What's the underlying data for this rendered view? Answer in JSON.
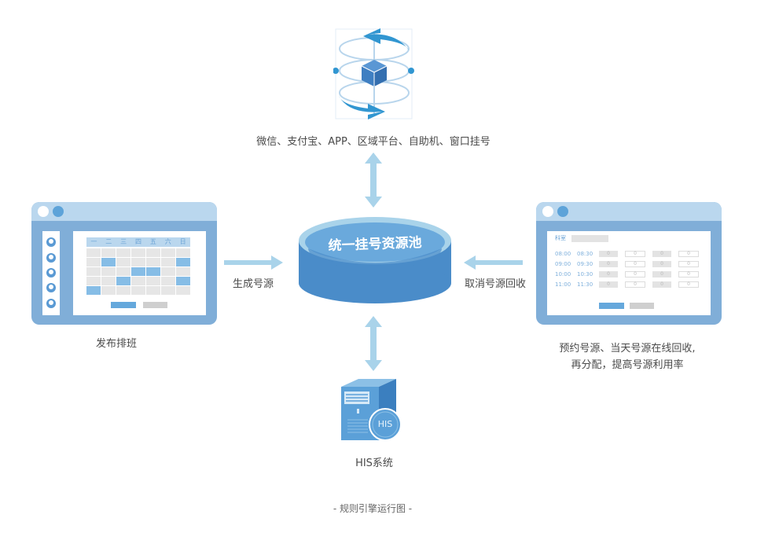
{
  "diagram": {
    "top_node": {
      "icon": "rotating-cube-icon",
      "label": "微信、支付宝、APP、区域平台、自助机、窗口挂号"
    },
    "center_node": {
      "icon": "pool-cylinder-icon",
      "label": "统一挂号资源池"
    },
    "left_node": {
      "icon": "schedule-window-icon",
      "label": "发布排班",
      "weekdays": [
        "一",
        "二",
        "三",
        "四",
        "五",
        "六",
        "日"
      ],
      "highlighted_cells": [
        [
          1,
          1
        ],
        [
          1,
          6
        ],
        [
          2,
          3
        ],
        [
          2,
          4
        ],
        [
          3,
          2
        ],
        [
          3,
          6
        ],
        [
          4,
          0
        ]
      ]
    },
    "right_node": {
      "icon": "slot-recycle-window-icon",
      "label_line1": "预约号源、当天号源在线回收,",
      "label_line2": "再分配，提高号源利用率",
      "dept_label": "科室",
      "rows": [
        {
          "start": "08:00",
          "end": "08:30",
          "values": [
            "0",
            "0",
            "0",
            "0"
          ]
        },
        {
          "start": "09:00",
          "end": "09:30",
          "values": [
            "0",
            "0",
            "0",
            "0"
          ]
        },
        {
          "start": "10:00",
          "end": "10:30",
          "values": [
            "0",
            "0",
            "0",
            "0"
          ]
        },
        {
          "start": "11:00",
          "end": "11:30",
          "values": [
            "0",
            "0",
            "0",
            "0"
          ]
        }
      ]
    },
    "bottom_node": {
      "icon": "server-icon",
      "badge": "HIS",
      "label": "HIS系统"
    },
    "edges": {
      "left_to_center": "生成号源",
      "right_to_center": "取消号源回收"
    },
    "caption": "- 规则引擎运行图 -",
    "colors": {
      "primary_blue": "#4a8cc9",
      "light_blue": "#a9d3ea",
      "window_frame": "#80aed8",
      "window_top": "#bad7ee",
      "highlight_cell": "#86bde6"
    }
  }
}
